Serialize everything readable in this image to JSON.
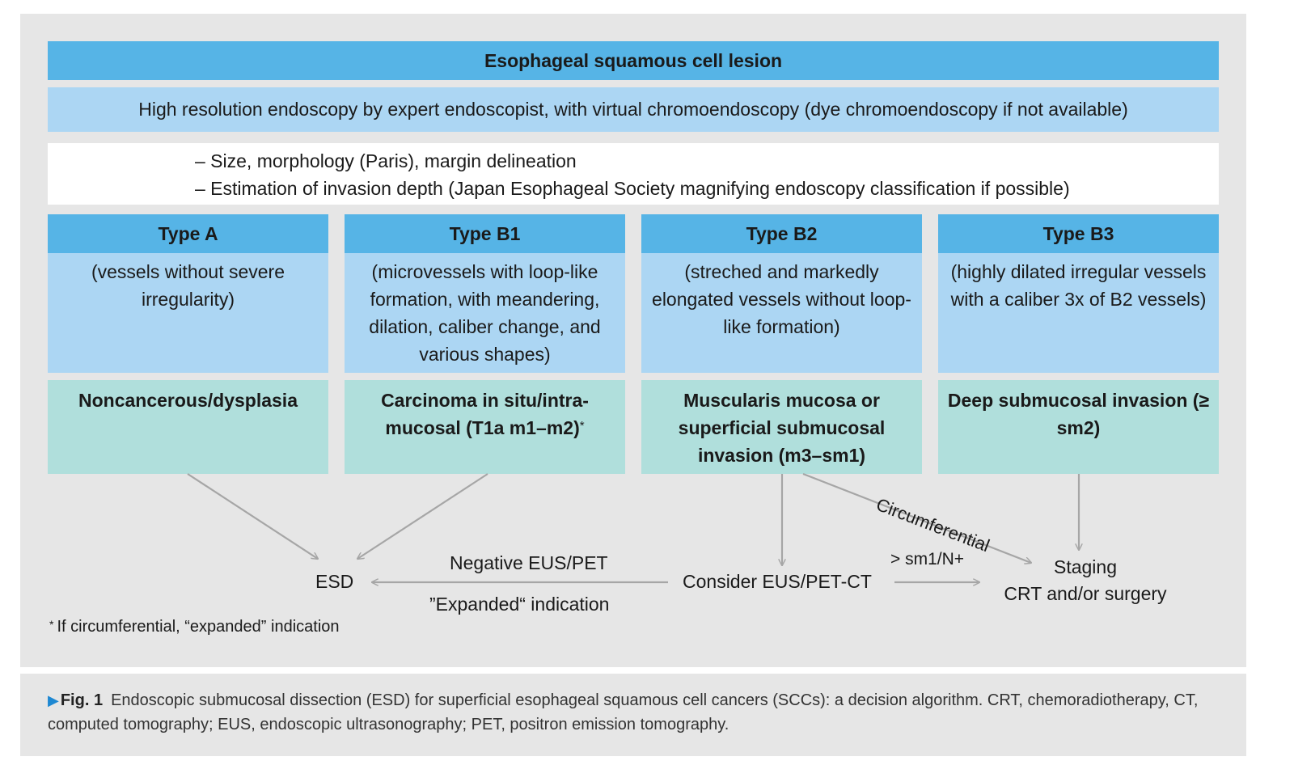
{
  "header": "Esophageal squamous cell lesion",
  "endoscopy": "High resolution endoscopy by expert endoscopist, with virtual chromoendoscopy (dye chromoendoscopy if not available)",
  "assessment": [
    "– Size, morphology (Paris), margin delineation",
    "– Estimation of invasion depth (Japan Esophageal Society magnifying endoscopy classification if possible)"
  ],
  "types": [
    {
      "title": "Type A",
      "description": "(vessels without severe irregularity)",
      "result": "Noncancerous/dysplasia",
      "marker": ""
    },
    {
      "title": "Type B1",
      "description": "(microvessels with loop-like formation, with meandering, dilation, caliber change, and various shapes)",
      "result": "Carcinoma in situ/intra-mucosal (T1a m1–m2)",
      "marker": "*"
    },
    {
      "title": "Type B2",
      "description": "(streched and markedly elongated vessels without loop-like formation)",
      "result": "Muscularis mucosa or superficial submucosal invasion (m3–sm1)",
      "marker": ""
    },
    {
      "title": "Type B3",
      "description": "(highly dilated irregular vessels with a caliber 3x of B2 vessels)",
      "result": "Deep submucosal invasion (≥ sm2)",
      "marker": ""
    }
  ],
  "outcomes": {
    "esd": "ESD",
    "consider": "Consider EUS/PET-CT",
    "staging_line1": "Staging",
    "staging_line2": "CRT and/or surgery"
  },
  "edge_labels": {
    "negative": "Negative EUS/PET",
    "expanded": "”Expanded“ indication",
    "sm1": "> sm1/N+",
    "circumferential": "Circumferential"
  },
  "footnote": {
    "marker": "*",
    "text": "If circumferential, “expanded” indication"
  },
  "caption": {
    "label": "Fig. 1",
    "text": "Endoscopic submucosal dissection (ESD) for superficial esophageal squamous cell cancers (SCCs): a decision algorithm. CRT, chemoradiotherapy, CT, computed tomography; EUS, endoscopic ultrasonography; PET, positron emission tomography."
  },
  "colors": {
    "header_blue": "#56b4e6",
    "light_blue": "#acd6f3",
    "teal": "#b0dfdc",
    "arrow_gray": "#a6a6a6",
    "panel_gray": "#e6e6e6"
  }
}
